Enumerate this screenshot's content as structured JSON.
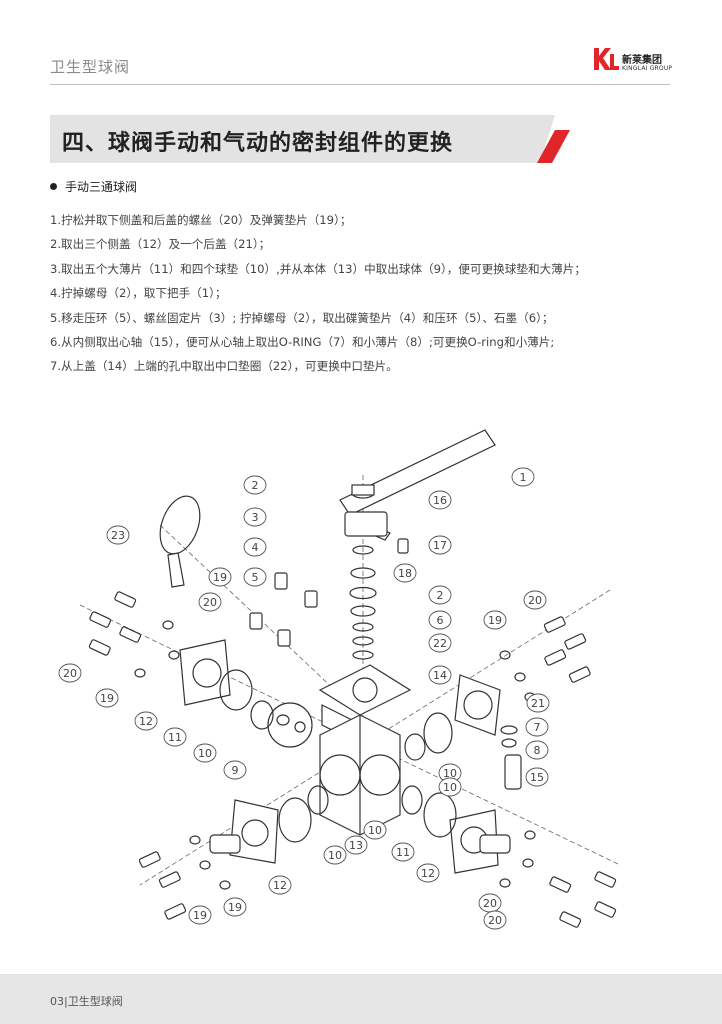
{
  "header": {
    "title": "卫生型球阀",
    "logo": {
      "name_cn": "新莱集团",
      "name_en": "KINGLAI GROUP",
      "brand_color": "#e0262b"
    }
  },
  "section": {
    "title": "四、球阀手动和气动的密封组件的更换",
    "accent_color": "#e0262b",
    "band_color": "#e3e3e3"
  },
  "subheading": "手动三通球阀",
  "steps": [
    "1.拧松并取下侧盖和后盖的螺丝（20）及弹簧垫片（19）；",
    "2.取出三个侧盖（12）及一个后盖（21）；",
    "3.取出五个大薄片（11）和四个球垫（10）,并从本体（13）中取出球体（9），便可更换球垫和大薄片；",
    "4.拧掉螺母（2），取下把手（1）；",
    "5.移走压环（5）、螺丝固定片（3）; 拧掉螺母（2），取出碟簧垫片（4）和压环（5）、石墨（6）；",
    "6.从内侧取出心轴（15），便可从心轴上取出O-RING（7）和小薄片（8）;可更换O-ring和小薄片;",
    "7.从上盖（14）上端的孔中取出中口垫圈（22），可更换中口垫片。"
  ],
  "diagram": {
    "callouts": [
      "1",
      "2",
      "16",
      "3",
      "17",
      "4",
      "18",
      "5",
      "2",
      "19",
      "20",
      "6",
      "22",
      "23",
      "19",
      "20",
      "20",
      "14",
      "19",
      "21",
      "12",
      "7",
      "11",
      "8",
      "10",
      "9",
      "10",
      "15",
      "13",
      "10",
      "10",
      "11",
      "10",
      "12",
      "12",
      "19",
      "20",
      "19",
      "20"
    ]
  },
  "footer": {
    "page": "03",
    "label": "卫生型球阀"
  }
}
